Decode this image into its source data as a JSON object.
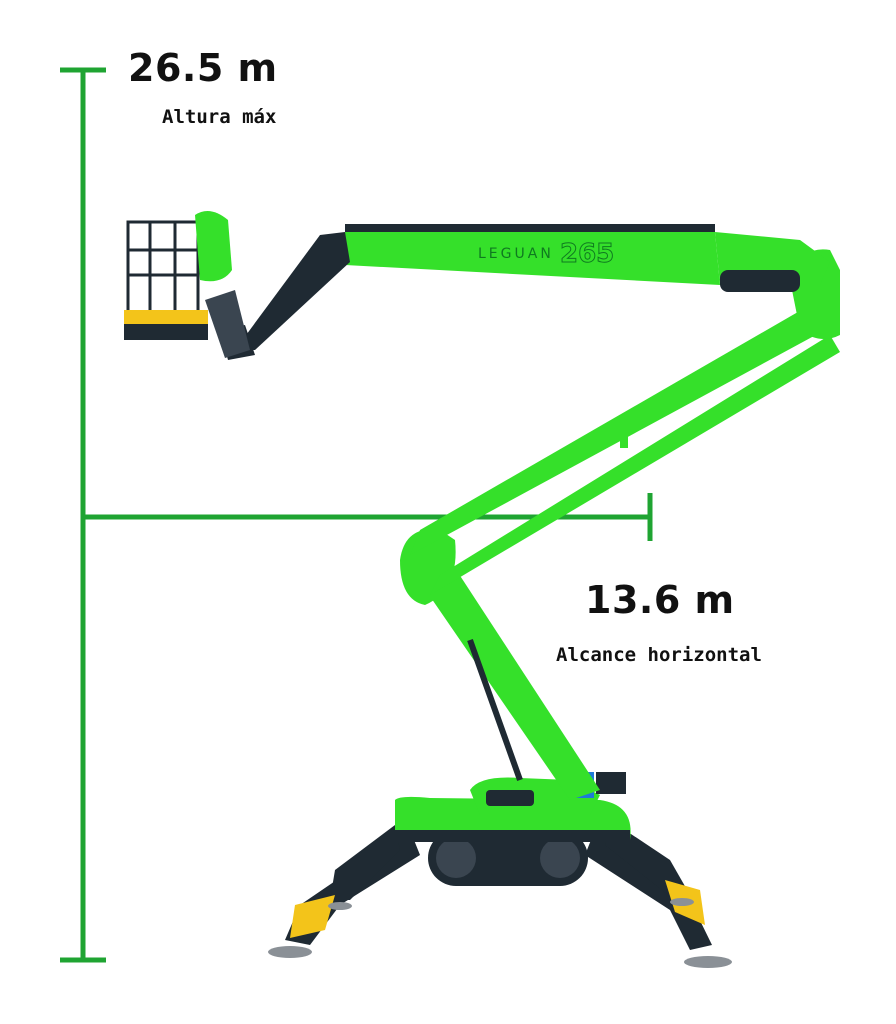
{
  "colors": {
    "accent": "#1fa432",
    "machine_green": "#35e02a",
    "machine_dark": "#1f2a33",
    "hazard_yellow": "#f3c41a"
  },
  "height": {
    "value": "26.5 m",
    "label": "Altura máx"
  },
  "reach": {
    "value": "13.6 m",
    "label": "Alcance horizontal"
  },
  "machine": {
    "brand": "LEGUAN",
    "model": "265"
  }
}
